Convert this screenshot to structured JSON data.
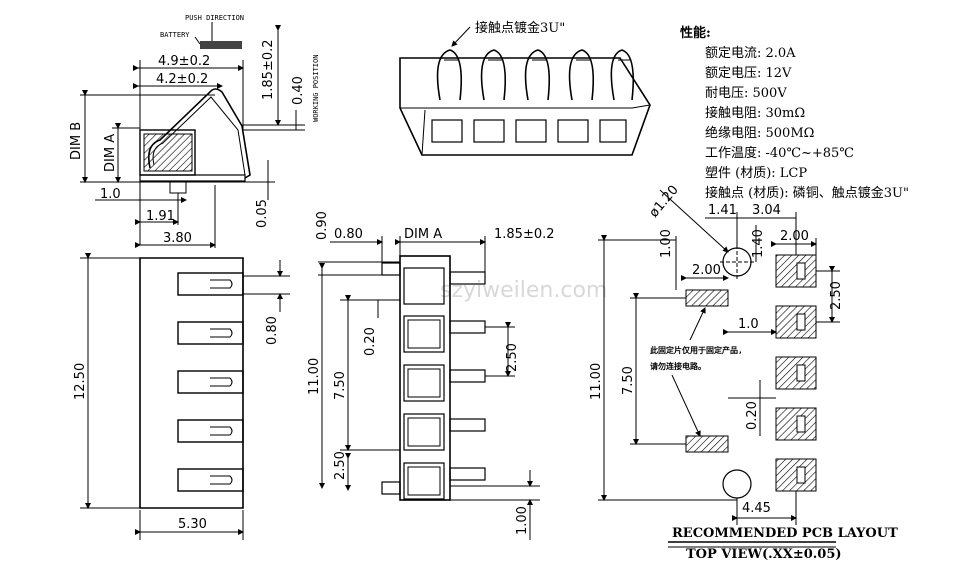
{
  "side_view": {
    "push_direction": "PUSH DIRECTION",
    "battery": "BATTERY",
    "working_position": "WORKING POSITION",
    "dim_b": "DIM B",
    "dim_a": "DIM A",
    "d_4_9": "4.9±0.2",
    "d_4_2": "4.2±0.2",
    "d_1_85": "1.85±0.2",
    "d_0_40": "0.40",
    "d_1_0": "1.0",
    "d_1_91": "1.91",
    "d_0_05": "0.05",
    "d_3_80": "3.80"
  },
  "left_front": {
    "d_12_50": "12.50",
    "d_0_80": "0.80",
    "d_5_30": "5.30"
  },
  "middle_top": {
    "d_0_90": "0.90",
    "d_0_80": "0.80",
    "dim_a": "DIM A",
    "d_1_85": "1.85±0.2",
    "d_11_00": "11.00",
    "d_7_50": "7.50",
    "d_0_20": "0.20",
    "d_2_50a": "2.50",
    "d_2_50b": "2.50",
    "d_1_00": "1.00"
  },
  "iso_label": "接触点镀金3U\"",
  "watermark": "szyiweilen.com",
  "specs": {
    "heading": "性能:",
    "lines": [
      "额定电流: 2.0A",
      "额定电压: 12V",
      "耐电压: 500V",
      "接触电阻: 30mΩ",
      "绝缘电阻: 500MΩ",
      "工作温度: -40℃~+85℃",
      "塑件 (材质): LCP",
      "接触点 (材质): 磷铜、触点镀金3U\""
    ]
  },
  "pcb": {
    "d_dia": "ø1.20",
    "d_1_41": "1.41",
    "d_3_04": "3.04",
    "d_1_40": "1.40",
    "d_2_00a": "2.00",
    "d_1_00": "1.00",
    "d_2_00b": "2.00",
    "d_2_50": "2.50",
    "d_1_0": "1.0",
    "note_line1": "此固定片仅用于固定产品,",
    "note_line2": "请勿连接电路。",
    "d_11_00": "11.00",
    "d_7_50": "7.50",
    "d_0_20": "0.20",
    "d_4_45": "4.45",
    "title": "RECOMMENDED PCB LAYOUT",
    "subtitle": "TOP VIEW(.XX±0.05)"
  }
}
